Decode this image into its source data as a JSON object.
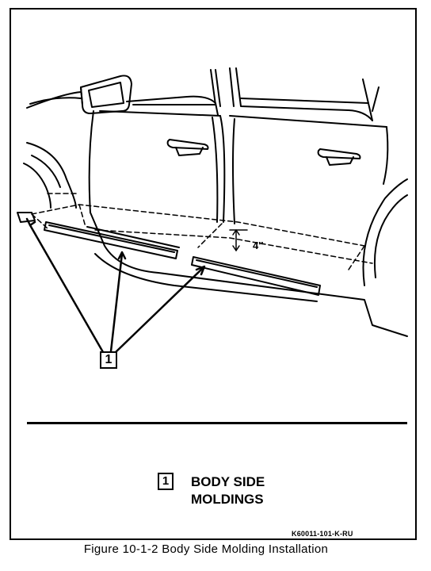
{
  "callout": {
    "number": "1"
  },
  "dimension": {
    "label": "4''"
  },
  "legend": {
    "number": "1",
    "text": "BODY SIDE\nMOLDINGS"
  },
  "image_code": "K60011-101-K-RU",
  "caption": "Figure 10-1-2 Body Side Molding Installation"
}
